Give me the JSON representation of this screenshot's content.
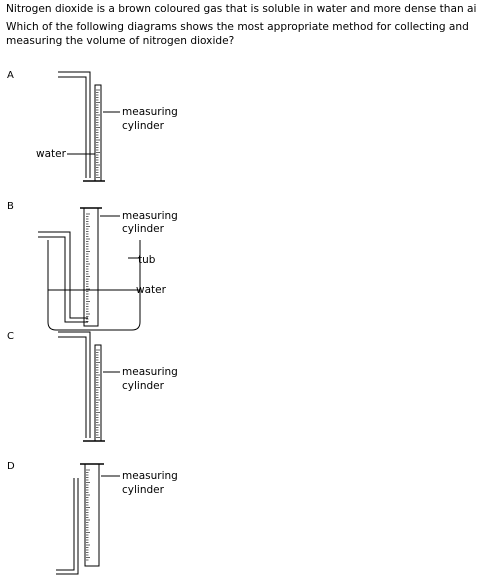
{
  "question": {
    "line1": "Nitrogen dioxide is a brown coloured gas that is soluble in water and more dense than air.",
    "line2": "Which of the following diagrams shows the most appropriate method for collecting and",
    "line3": "measuring the volume of nitrogen dioxide?"
  },
  "options": [
    {
      "letter": "A",
      "labels": {
        "cylinder_1": "measuring",
        "cylinder_2": "cylinder",
        "water": "water"
      }
    },
    {
      "letter": "B",
      "labels": {
        "cylinder_1": "measuring",
        "cylinder_2": "cylinder",
        "tub": "tub",
        "water": "water"
      }
    },
    {
      "letter": "C",
      "labels": {
        "cylinder_1": "measuring",
        "cylinder_2": "cylinder"
      }
    },
    {
      "letter": "D",
      "labels": {
        "cylinder_1": "measuring",
        "cylinder_2": "cylinder"
      }
    }
  ]
}
